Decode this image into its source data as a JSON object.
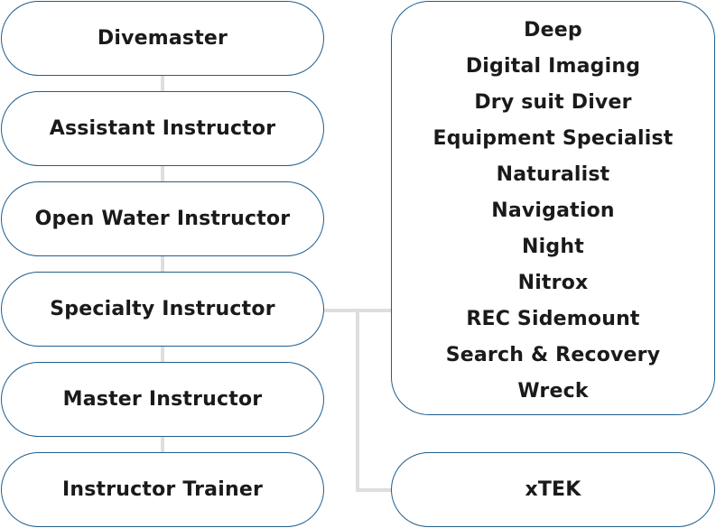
{
  "instructor_levels": [
    {
      "label": "Divemaster"
    },
    {
      "label": "Assistant Instructor"
    },
    {
      "label": "Open Water Instructor"
    },
    {
      "label": "Specialty Instructor"
    },
    {
      "label": "Master Instructor"
    },
    {
      "label": "Instructor Trainer"
    }
  ],
  "specialties": [
    "Deep",
    "Digital Imaging",
    "Dry suit Diver",
    "Equipment Specialist",
    "Naturalist",
    "Navigation",
    "Night",
    "Nitrox",
    "REC Sidemount",
    "Search & Recovery",
    "Wreck"
  ],
  "xtek": {
    "label": "xTEK"
  },
  "colors": {
    "border": "#1f5f8e",
    "connector": "#dedede",
    "text": "#1a1a1a"
  }
}
